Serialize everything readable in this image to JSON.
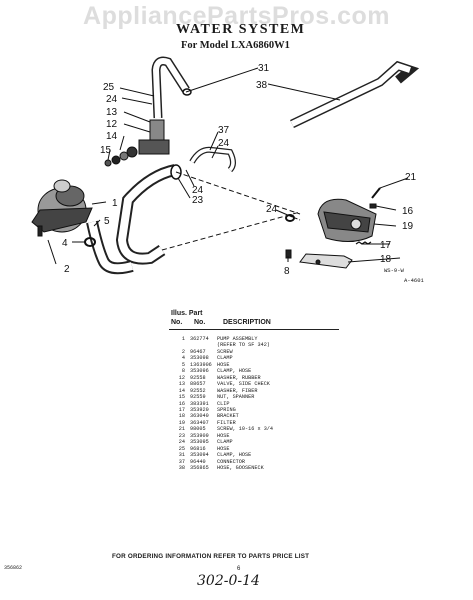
{
  "watermark": "AppliancePartsPros.com",
  "title": "WATER SYSTEM",
  "subtitle": "For Model LXA6860W1",
  "callouts": {
    "c31": "31",
    "c38": "38",
    "c25": "25",
    "c24a": "24",
    "c13": "13",
    "c12": "12",
    "c14": "14",
    "c15": "15",
    "c37": "37",
    "c24b": "24",
    "c24c": "24",
    "c23": "23",
    "c1": "1",
    "c5": "5",
    "c4": "4",
    "c2": "2",
    "c21": "21",
    "c24d": "24",
    "c16": "16",
    "c19": "19",
    "c17": "17",
    "c18": "18",
    "c8": "8"
  },
  "small_labels": {
    "ws": "WS-9-W",
    "ref": "A-4601"
  },
  "table": {
    "header_line1": "Illus. Part",
    "header_no1": "No.",
    "header_no2": "No.",
    "header_desc": "DESCRIPTION",
    "rows": [
      {
        "illus": "1",
        "part": "362774",
        "desc": "PUMP ASSEMBLY"
      },
      {
        "illus": "",
        "part": "",
        "desc": "(REFER TO SF 342)"
      },
      {
        "illus": "2",
        "part": "96467",
        "desc": "SCREW"
      },
      {
        "illus": "4",
        "part": "353098",
        "desc": "CLAMP"
      },
      {
        "illus": "5",
        "part": "1363906",
        "desc": "HOSE"
      },
      {
        "illus": "8",
        "part": "353096",
        "desc": "CLAMP, HOSE"
      },
      {
        "illus": "12",
        "part": "92558",
        "desc": "WASHER, RUBBER"
      },
      {
        "illus": "13",
        "part": "88657",
        "desc": "VALVE, SIDE CHECK"
      },
      {
        "illus": "14",
        "part": "92552",
        "desc": "WASHER, FIBER"
      },
      {
        "illus": "15",
        "part": "92559",
        "desc": "NUT, SPANNER"
      },
      {
        "illus": "16",
        "part": "383391",
        "desc": "CLIP"
      },
      {
        "illus": "17",
        "part": "353920",
        "desc": "SPRING"
      },
      {
        "illus": "18",
        "part": "363040",
        "desc": "BRACKET"
      },
      {
        "illus": "19",
        "part": "363407",
        "desc": "FILTER"
      },
      {
        "illus": "21",
        "part": "98005",
        "desc": "SCREW, 10-16 x 3/4"
      },
      {
        "illus": "23",
        "part": "353909",
        "desc": "HOSE"
      },
      {
        "illus": "24",
        "part": "353095",
        "desc": "CLAMP"
      },
      {
        "illus": "25",
        "part": "96816",
        "desc": "HOSE"
      },
      {
        "illus": "31",
        "part": "353094",
        "desc": "CLAMP, HOSE"
      },
      {
        "illus": "37",
        "part": "96440",
        "desc": "CONNECTOR"
      },
      {
        "illus": "38",
        "part": "356865",
        "desc": "HOSE, GOOSENECK"
      }
    ]
  },
  "footer": "FOR ORDERING INFORMATION REFER TO PARTS PRICE LIST",
  "doc_number": "356862",
  "page_number": "6",
  "handwritten": "302-0-14"
}
